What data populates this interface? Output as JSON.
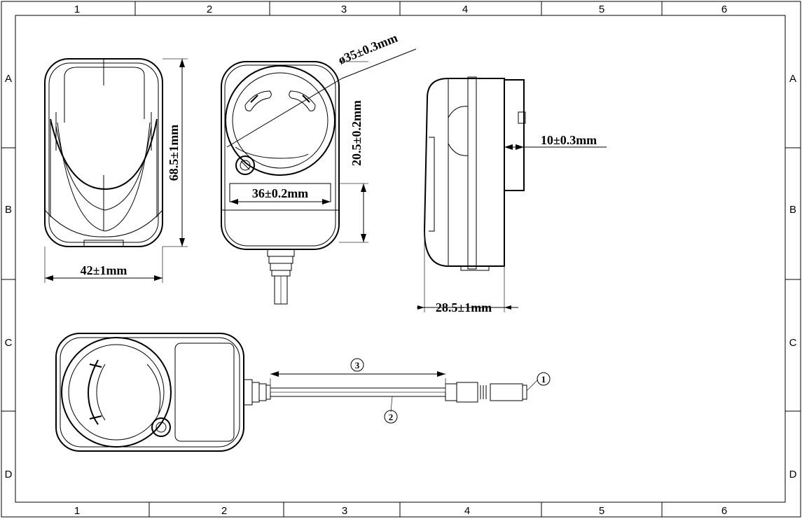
{
  "frame": {
    "columns": [
      "1",
      "2",
      "3",
      "4",
      "5",
      "6"
    ],
    "rows": [
      "A",
      "B",
      "C",
      "D"
    ]
  },
  "dimensions": {
    "height": "68.5±1mm",
    "width": "42±1mm",
    "pin_diameter": "ø35±0.3mm",
    "pin_spacing": "20.5±0.2mm",
    "label_width": "36±0.2mm",
    "pin_length": "10±0.3mm",
    "depth": "28.5±1mm"
  },
  "balloons": {
    "connector": "1",
    "cable": "2",
    "cable_length": "3"
  }
}
